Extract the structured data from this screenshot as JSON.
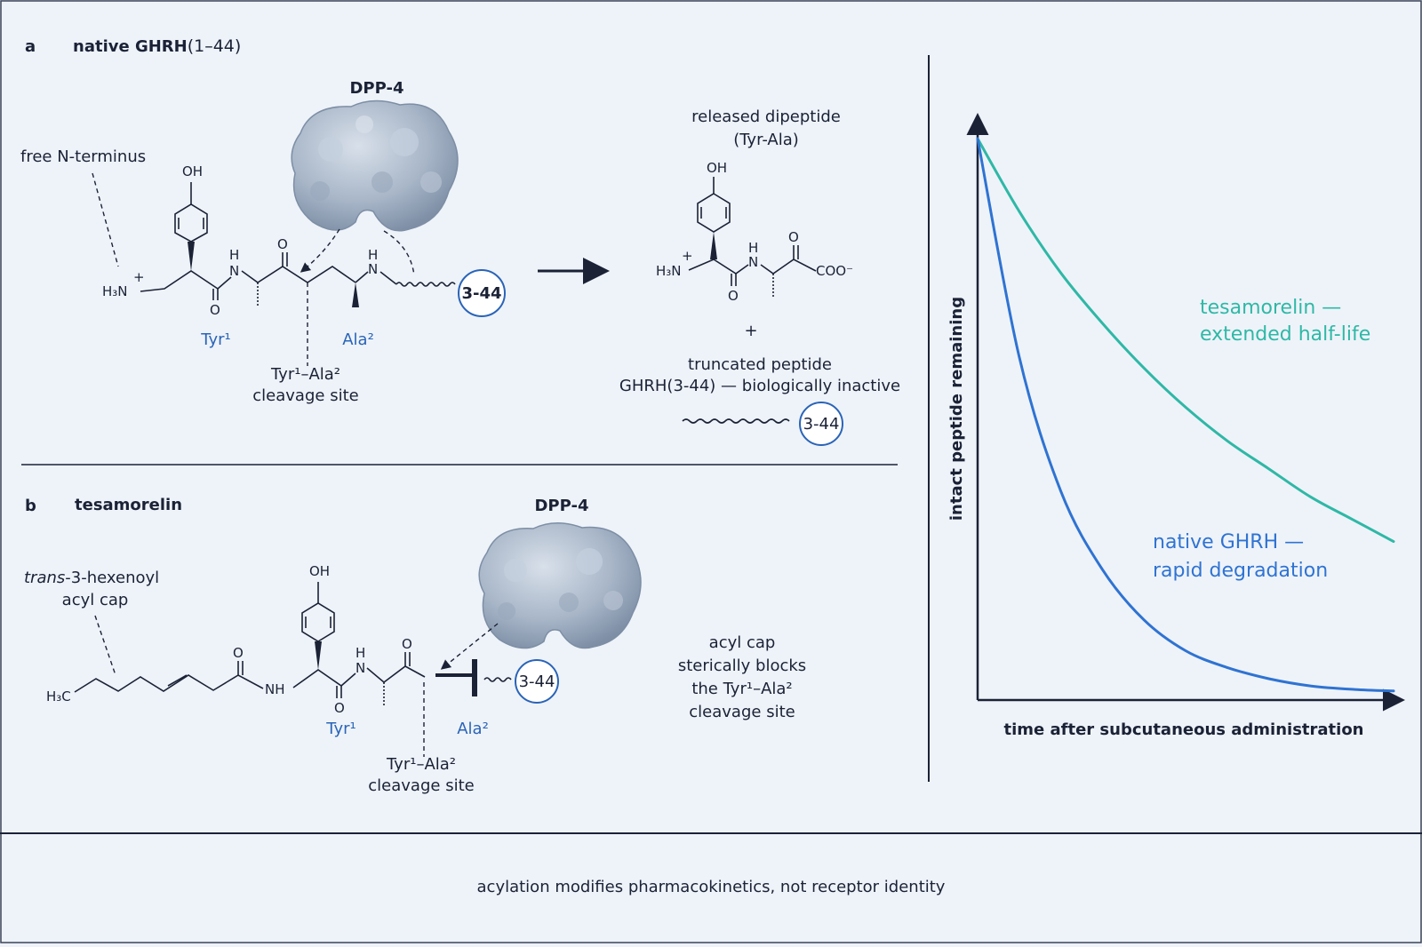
{
  "panel_a": {
    "letter": "a",
    "title": "native GHRH",
    "title_sub": "(1–44)",
    "enzyme": "DPP-4",
    "free_n_label": "free N-terminus",
    "tyr": "Tyr¹",
    "ala": "Ala²",
    "cleavage_line1": "Tyr¹–Ala²",
    "cleavage_line2": "cleavage site",
    "chain_circle": "3-44",
    "released_line1": "released dipeptide",
    "released_line2": "(Tyr-Ala)",
    "plus": "+",
    "truncated_line1": "truncated peptide",
    "truncated_line2": "GHRH(3-44) — biologically inactive",
    "truncated_circle": "3-44",
    "atoms": {
      "oh": "OH",
      "n": "N",
      "h": "H",
      "o": "O",
      "h3n": "H₃N",
      "plus_charge": "+",
      "coo": "COO⁻"
    }
  },
  "panel_b": {
    "letter": "b",
    "title": "tesamorelin",
    "enzyme": "DPP-4",
    "cap_italic": "trans",
    "cap_line1_rest": "-3-hexenoyl",
    "cap_line2": "acyl cap",
    "tyr": "Tyr¹",
    "ala": "Ala²",
    "cleavage_line1": "Tyr¹–Ala²",
    "cleavage_line2": "cleavage site",
    "chain_circle": "3-44",
    "block_line1": "acyl cap",
    "block_line2": "sterically blocks",
    "block_line3": "the Tyr¹–Ala²",
    "block_line4": "cleavage site",
    "atoms": {
      "oh": "OH",
      "nh": "NH",
      "n": "N",
      "h": "H",
      "o": "O",
      "h3c": "H₃C"
    }
  },
  "chart_data": {
    "type": "line",
    "xlabel": "time after subcutaneous administration",
    "ylabel": "intact peptide remaining",
    "ylim": [
      0,
      1
    ],
    "x": [
      0,
      0.1,
      0.2,
      0.3,
      0.4,
      0.5,
      0.6,
      0.7,
      0.8,
      0.9,
      1.0
    ],
    "series": [
      {
        "name": "tesamorelin — extended half-life",
        "color": "#2fb8a6",
        "values": [
          1.0,
          0.87,
          0.76,
          0.67,
          0.59,
          0.52,
          0.46,
          0.41,
          0.36,
          0.32,
          0.28
        ]
      },
      {
        "name": "native GHRH — rapid degradation",
        "color": "#2f73d2",
        "values": [
          1.0,
          0.61,
          0.37,
          0.23,
          0.14,
          0.085,
          0.055,
          0.035,
          0.022,
          0.016,
          0.013
        ]
      }
    ],
    "labels": [
      {
        "line1": "tesamorelin —",
        "line2": "extended half-life"
      },
      {
        "line1": "native GHRH —",
        "line2": "rapid degradation"
      }
    ]
  },
  "footer": {
    "text": "acylation modifies pharmacokinetics, not receptor identity"
  }
}
